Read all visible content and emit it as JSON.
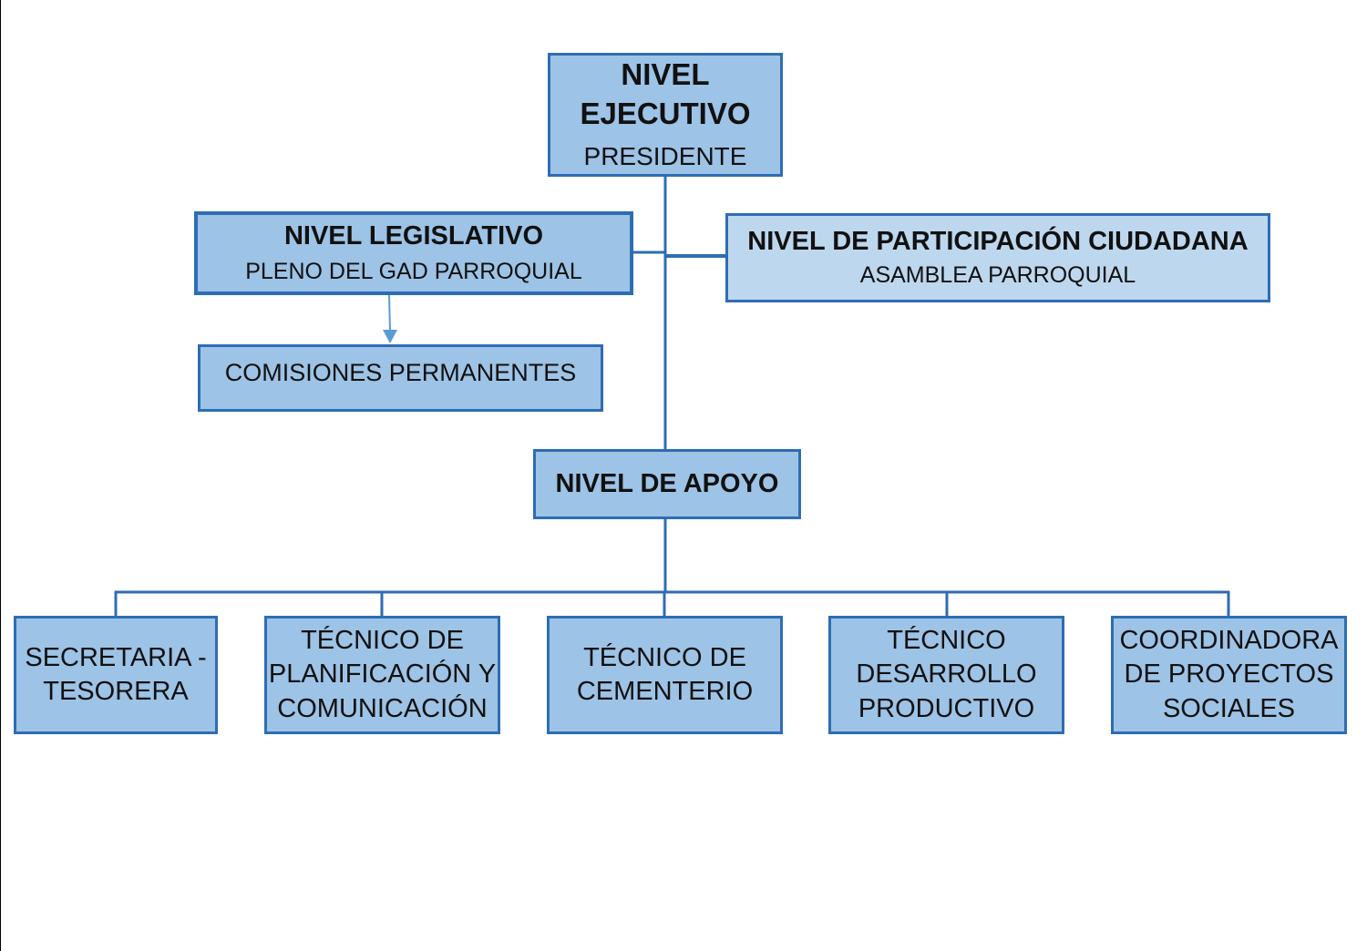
{
  "chart_data": {
    "type": "org-chart",
    "nodes": [
      {
        "id": "ejecutivo",
        "title": "NIVEL EJECUTIVO",
        "subtitle": "PRESIDENTE"
      },
      {
        "id": "legislativo",
        "title": "NIVEL LEGISLATIVO",
        "subtitle": "PLENO DEL GAD PARROQUIAL"
      },
      {
        "id": "participacion",
        "title": "NIVEL DE PARTICIPACIÓN CIUDADANA",
        "subtitle": "ASAMBLEA PARROQUIAL"
      },
      {
        "id": "comisiones",
        "label": "COMISIONES PERMANENTES"
      },
      {
        "id": "apoyo",
        "title": "NIVEL DE APOYO"
      },
      {
        "id": "secretaria",
        "label": "SECRETARIA -\nTESORERA"
      },
      {
        "id": "planificacion",
        "label": "TÉCNICO DE\nPLANIFICACIÓN Y\nCOMUNICACIÓN"
      },
      {
        "id": "cementerio",
        "label": "TÉCNICO DE\nCEMENTERIO"
      },
      {
        "id": "desarrollo",
        "label": "TÉCNICO\nDESARROLLO\nPRODUCTIVO"
      },
      {
        "id": "coordinadora",
        "label": "COORDINADORA\nDE PROYECTOS\nSOCIALES"
      }
    ],
    "edges": [
      {
        "from": "ejecutivo",
        "to": "legislativo"
      },
      {
        "from": "ejecutivo",
        "to": "participacion"
      },
      {
        "from": "ejecutivo",
        "to": "apoyo"
      },
      {
        "from": "legislativo",
        "to": "comisiones",
        "arrow": true
      },
      {
        "from": "apoyo",
        "to": "secretaria"
      },
      {
        "from": "apoyo",
        "to": "planificacion"
      },
      {
        "from": "apoyo",
        "to": "cementerio"
      },
      {
        "from": "apoyo",
        "to": "desarrollo"
      },
      {
        "from": "apoyo",
        "to": "coordinadora"
      }
    ]
  },
  "colors": {
    "box_fill": "#9dc3e6",
    "box_fill_light": "#bdd7ee",
    "box_border": "#2e6db4",
    "connector": "#2e6db4",
    "arrow": "#5b9bd5"
  }
}
